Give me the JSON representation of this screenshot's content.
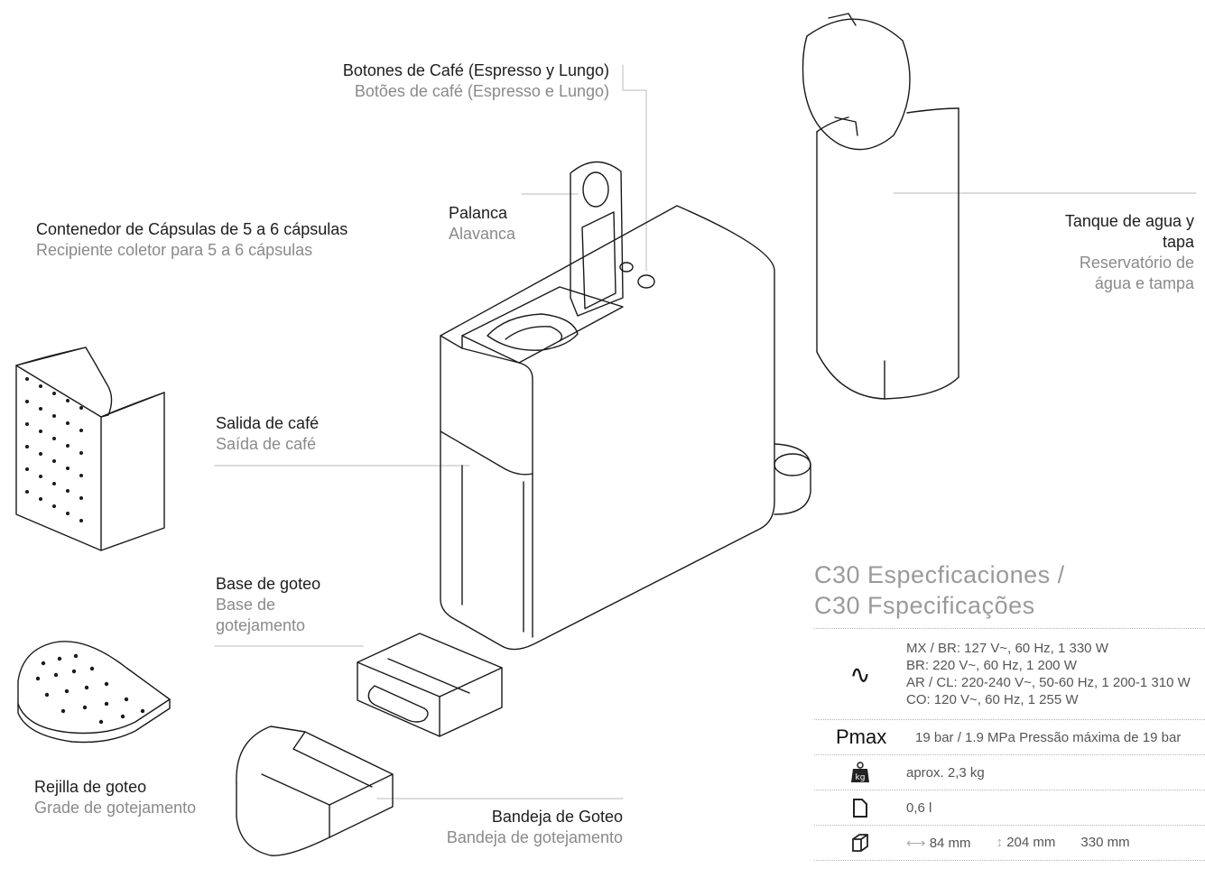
{
  "labels": {
    "buttons": {
      "es": "Botones de Café (Espresso y Lungo)",
      "pt": "Botões de café (Espresso e Lungo)"
    },
    "lever": {
      "es": "Palanca",
      "pt": "Alavanca"
    },
    "capsule_container": {
      "es": "Contenedor de Cápsulas de 5 a 6 cápsulas",
      "pt": "Recipiente coletor para 5 a 6 cápsulas"
    },
    "water_tank": {
      "es_1": "Tanque de agua y",
      "es_2": "tapa",
      "pt_1": "Reservatório de",
      "pt_2": "água e tampa"
    },
    "coffee_outlet": {
      "es": "Salida de café",
      "pt": "Saída de café"
    },
    "drip_base": {
      "es": "Base de goteo",
      "pt_1": "Base de",
      "pt_2": "gotejamento"
    },
    "drip_grid": {
      "es": "Rejilla de goteo",
      "pt": "Grade de gotejamento"
    },
    "drip_tray": {
      "es": "Bandeja de Goteo",
      "pt": "Bandeja de gotejamento"
    }
  },
  "specs": {
    "title_es": "C30 Especficaciones /",
    "title_pt": "C30 Fspecificações",
    "power": [
      "MX / BR: 127 V~, 60 Hz, 1 330 W",
      "BR: 220 V~, 60 Hz, 1 200 W",
      "AR / CL: 220-240 V~, 50-60 Hz, 1 200-1 310 W",
      "CO: 120 V~, 60 Hz, 1 255 W"
    ],
    "power_icon": "∿",
    "pressure_icon": "Pmax",
    "pressure": "19 bar / 1.9 MPa  Pressão máxima de 19 bar",
    "weight_icon_text": "kg",
    "weight": "aprox. 2,3 kg",
    "volume": "0,6 l",
    "width": "84 mm",
    "height": "204 mm",
    "depth": "330 mm"
  },
  "icons": [
    "power-icon",
    "pressure-icon",
    "weight-icon",
    "volume-icon",
    "dimensions-icon"
  ]
}
